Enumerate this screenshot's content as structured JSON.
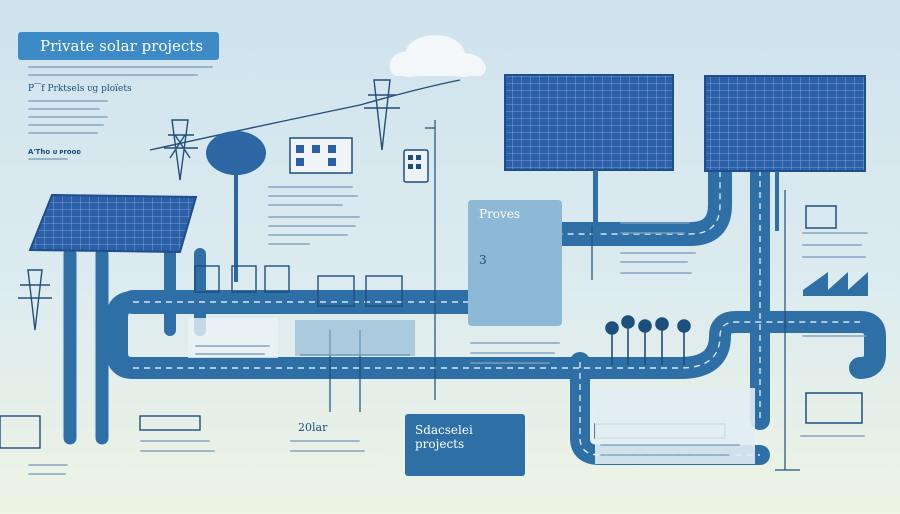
{
  "header": {
    "title": "Private solar projects",
    "sub_heading": "P⁀f Prktsels ᴜg ploïets",
    "note": "A'Tho ᴜ ᴘrooᴅ"
  },
  "panels": {
    "center_title": "Proves",
    "center_number": "3",
    "bottom_title": "Sdacselei projects",
    "small_label": "20lar"
  },
  "colors": {
    "road": "#2e6fa6",
    "panel": "#2b5fa8",
    "accent": "#3c8bc6"
  }
}
